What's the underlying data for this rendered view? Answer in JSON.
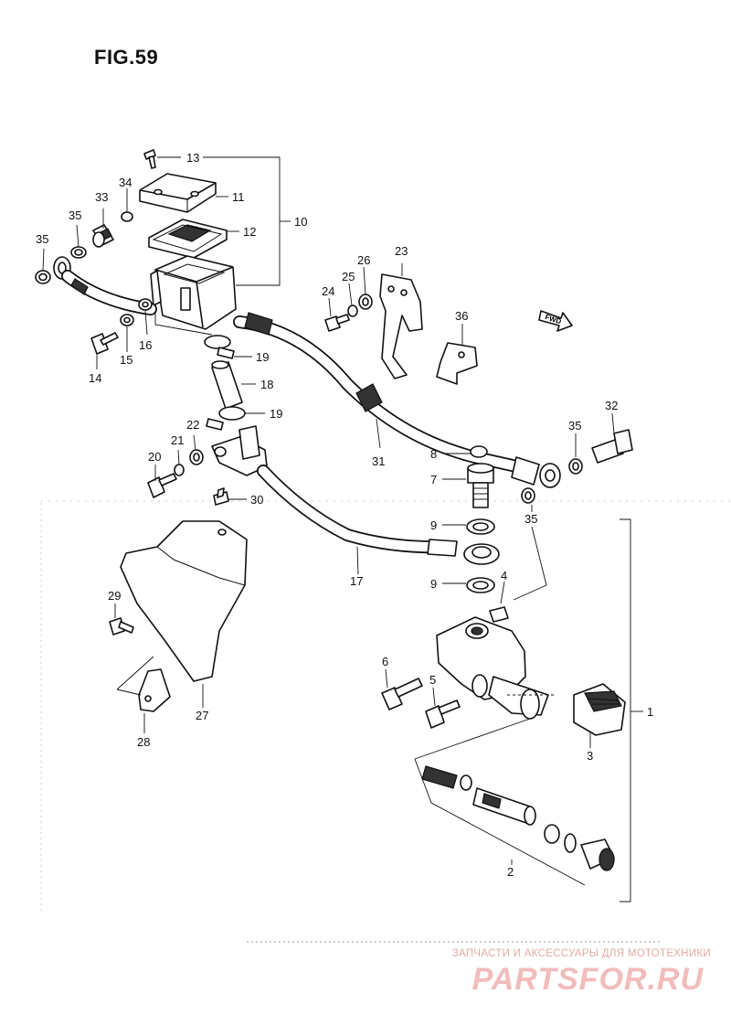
{
  "figure": {
    "title": "FIG.59"
  },
  "labels": {
    "p1": "1",
    "p2": "2",
    "p3": "3",
    "p4": "4",
    "p5": "5",
    "p6": "6",
    "p7": "7",
    "p8": "8",
    "p9a": "9",
    "p9b": "9",
    "p10": "10",
    "p11": "11",
    "p12": "12",
    "p13": "13",
    "p14": "14",
    "p15": "15",
    "p16": "16",
    "p17": "17",
    "p18": "18",
    "p19a": "19",
    "p19b": "19",
    "p20": "20",
    "p21": "21",
    "p22": "22",
    "p23": "23",
    "p24": "24",
    "p25": "25",
    "p26": "26",
    "p27": "27",
    "p28": "28",
    "p29": "29",
    "p30": "30",
    "p31": "31",
    "p32": "32",
    "p33": "33",
    "p34": "34",
    "p35a": "35",
    "p35b": "35",
    "p35c": "35",
    "p35d": "35",
    "p36": "36"
  },
  "fwd": "FWD",
  "watermark": {
    "tagline": "ЗАПЧАСТИ И АКСЕССУАРЫ ДЛЯ МОТОТЕХНИКИ",
    "logo": "PARTSFOR.RU"
  }
}
